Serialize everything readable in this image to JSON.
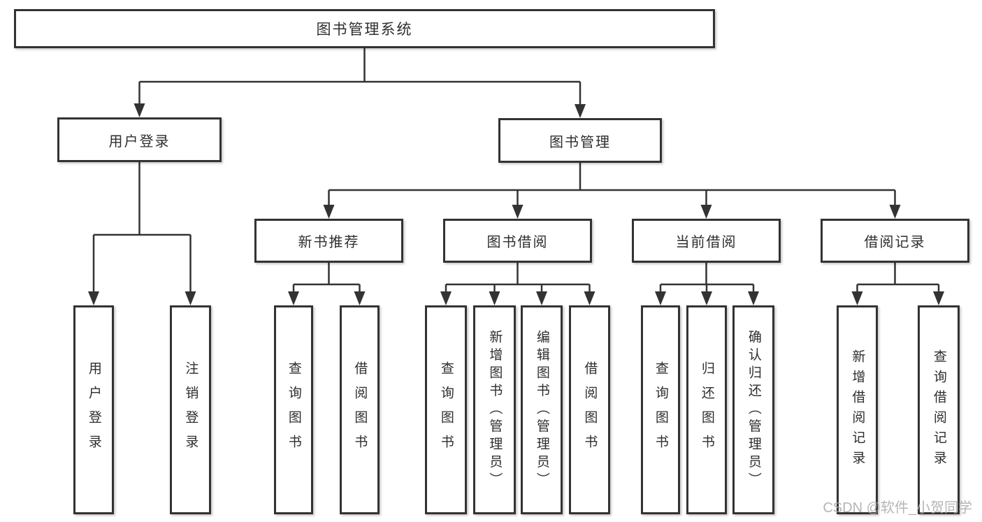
{
  "tree": {
    "label": "图书管理系统",
    "children": [
      {
        "label": "用户登录",
        "children": [
          {
            "label": "用户登录"
          },
          {
            "label": "注销登录"
          }
        ]
      },
      {
        "label": "图书管理",
        "children": [
          {
            "label": "新书推荐",
            "children": [
              {
                "label": "查询图书"
              },
              {
                "label": "借阅图书"
              }
            ]
          },
          {
            "label": "图书借阅",
            "children": [
              {
                "label": "查询图书"
              },
              {
                "label": "新增图书（管理员）"
              },
              {
                "label": "编辑图书（管理员）"
              },
              {
                "label": "借阅图书"
              }
            ]
          },
          {
            "label": "当前借阅",
            "children": [
              {
                "label": "查询图书"
              },
              {
                "label": "归还图书"
              },
              {
                "label": "确认归还（管理员）"
              }
            ]
          },
          {
            "label": "借阅记录",
            "children": [
              {
                "label": "新增借阅记录"
              },
              {
                "label": "查询借阅记录"
              }
            ]
          }
        ]
      }
    ]
  },
  "watermark": "CSDN @软件_小贺同学",
  "colors": {
    "line": "#333333",
    "text": "#2e2e2e",
    "box_background": "#ffffff",
    "watermark": "#a9a9a9"
  }
}
